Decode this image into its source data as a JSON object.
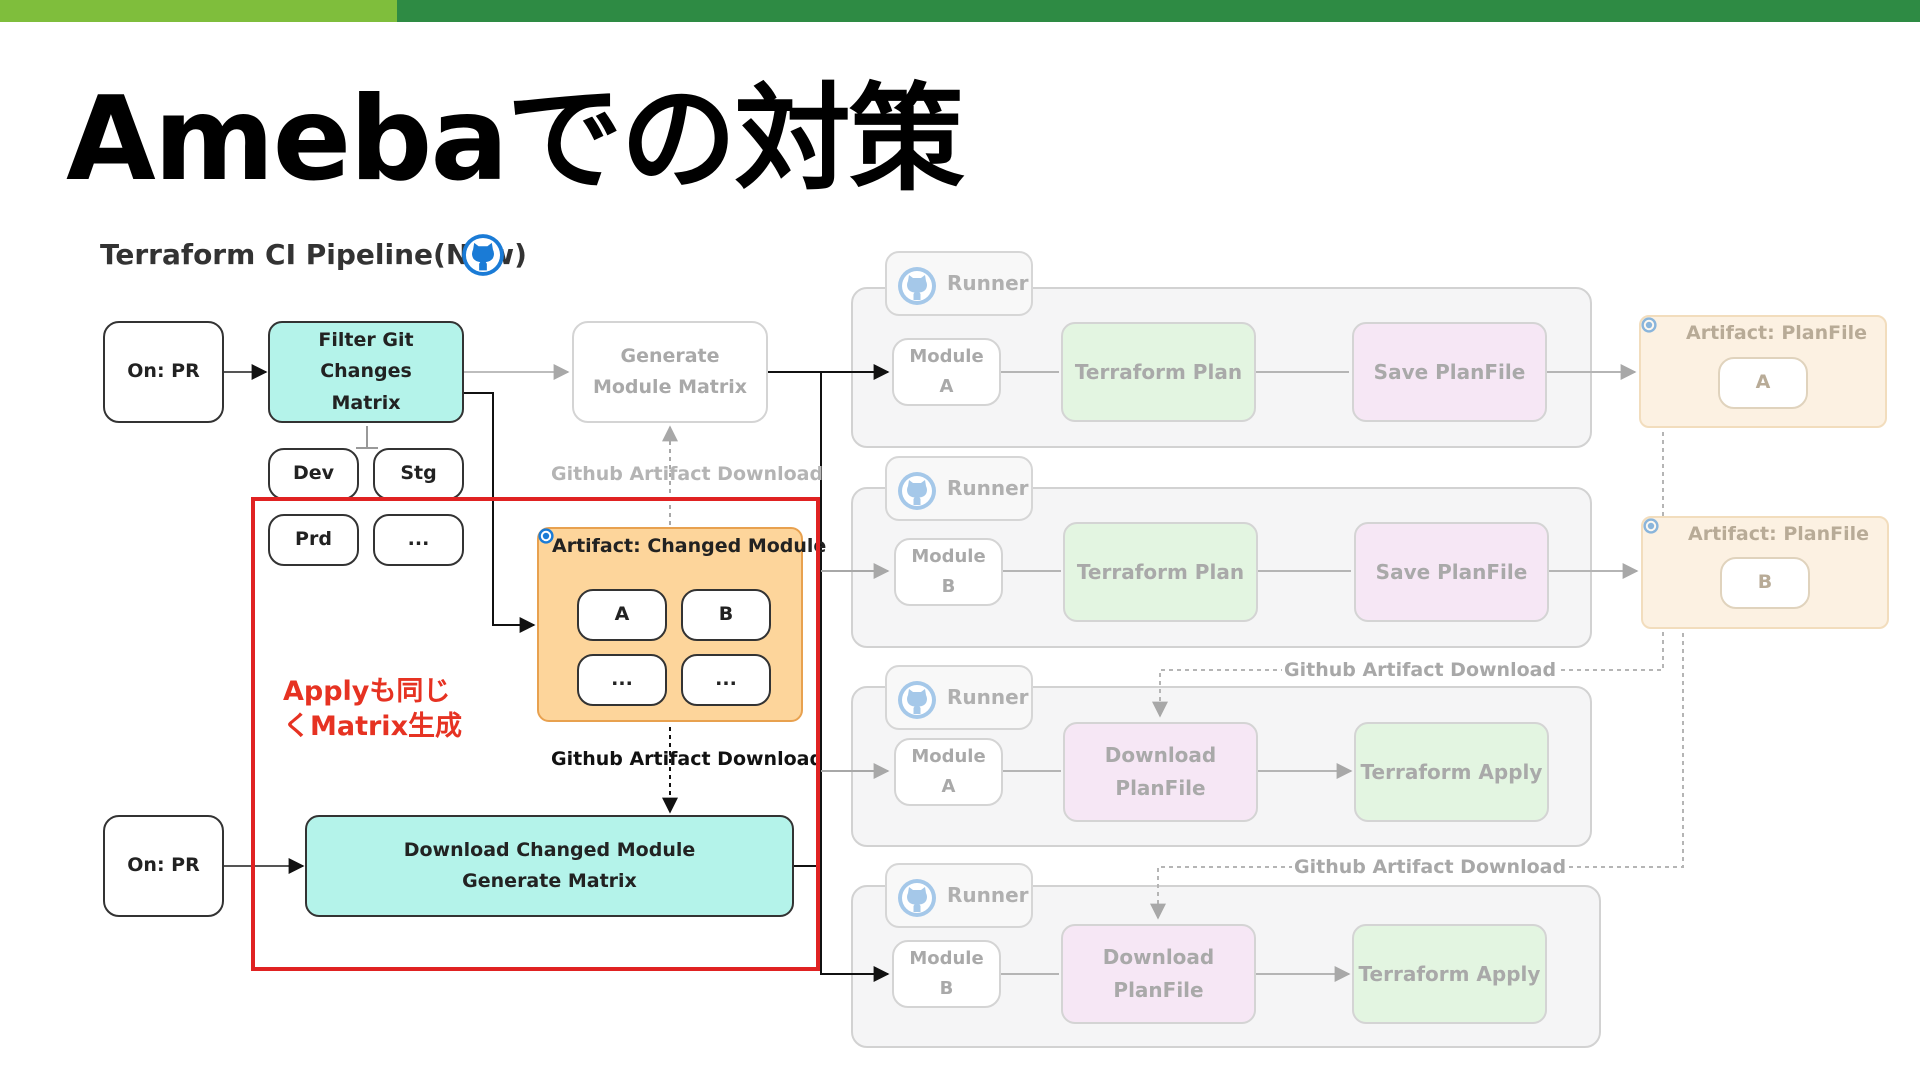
{
  "colors": {
    "accent_light": "#7fbe3c",
    "accent_dark": "#2e8b44",
    "highlight": "#e02222",
    "note_text": "#e63222",
    "github_blue": "#1a7bd6"
  },
  "page_title": "Amebaでの対策",
  "diagram": {
    "subtitle": "Terraform CI Pipeline(New)",
    "github_icon": "github-octocat-icon",
    "nodes": {
      "on_pr_1": "On: PR",
      "filter_git": "Filter Git Changes\nMatrix",
      "dev": "Dev",
      "stg": "Stg",
      "prd": "Prd",
      "ellipsis": "...",
      "generate_matrix": "Generate\nModule Matrix",
      "on_pr_2": "On: PR",
      "download_changed": "Download Changed Module\nGenerate Matrix"
    },
    "changed_artifact": {
      "title": "Artifact: Changed Module",
      "a": "A",
      "b": "B",
      "e1": "...",
      "e2": "..."
    },
    "labels": {
      "gh_dl_top": "Github Artifact Download",
      "gh_dl_mid": "Github Artifact Download",
      "gh_dl_r1": "Github Artifact Download",
      "gh_dl_r2": "Github Artifact Download"
    },
    "note": "Applyも同じ\nくMatrix生成",
    "runners": [
      {
        "tag": "Runner",
        "module": "Module\nA",
        "step1": "Terraform Plan",
        "step2": "Save PlanFile"
      },
      {
        "tag": "Runner",
        "module": "Module\nB",
        "step1": "Terraform Plan",
        "step2": "Save PlanFile"
      },
      {
        "tag": "Runner",
        "module": "Module\nA",
        "step1": "Download PlanFile",
        "step2": "Terraform Apply"
      },
      {
        "tag": "Runner",
        "module": "Module\nB",
        "step1": "Download PlanFile",
        "step2": "Terraform Apply"
      }
    ],
    "plan_artifacts": [
      {
        "title": "Artifact: PlanFile",
        "item": "A"
      },
      {
        "title": "Artifact: PlanFile",
        "item": "B"
      }
    ]
  }
}
